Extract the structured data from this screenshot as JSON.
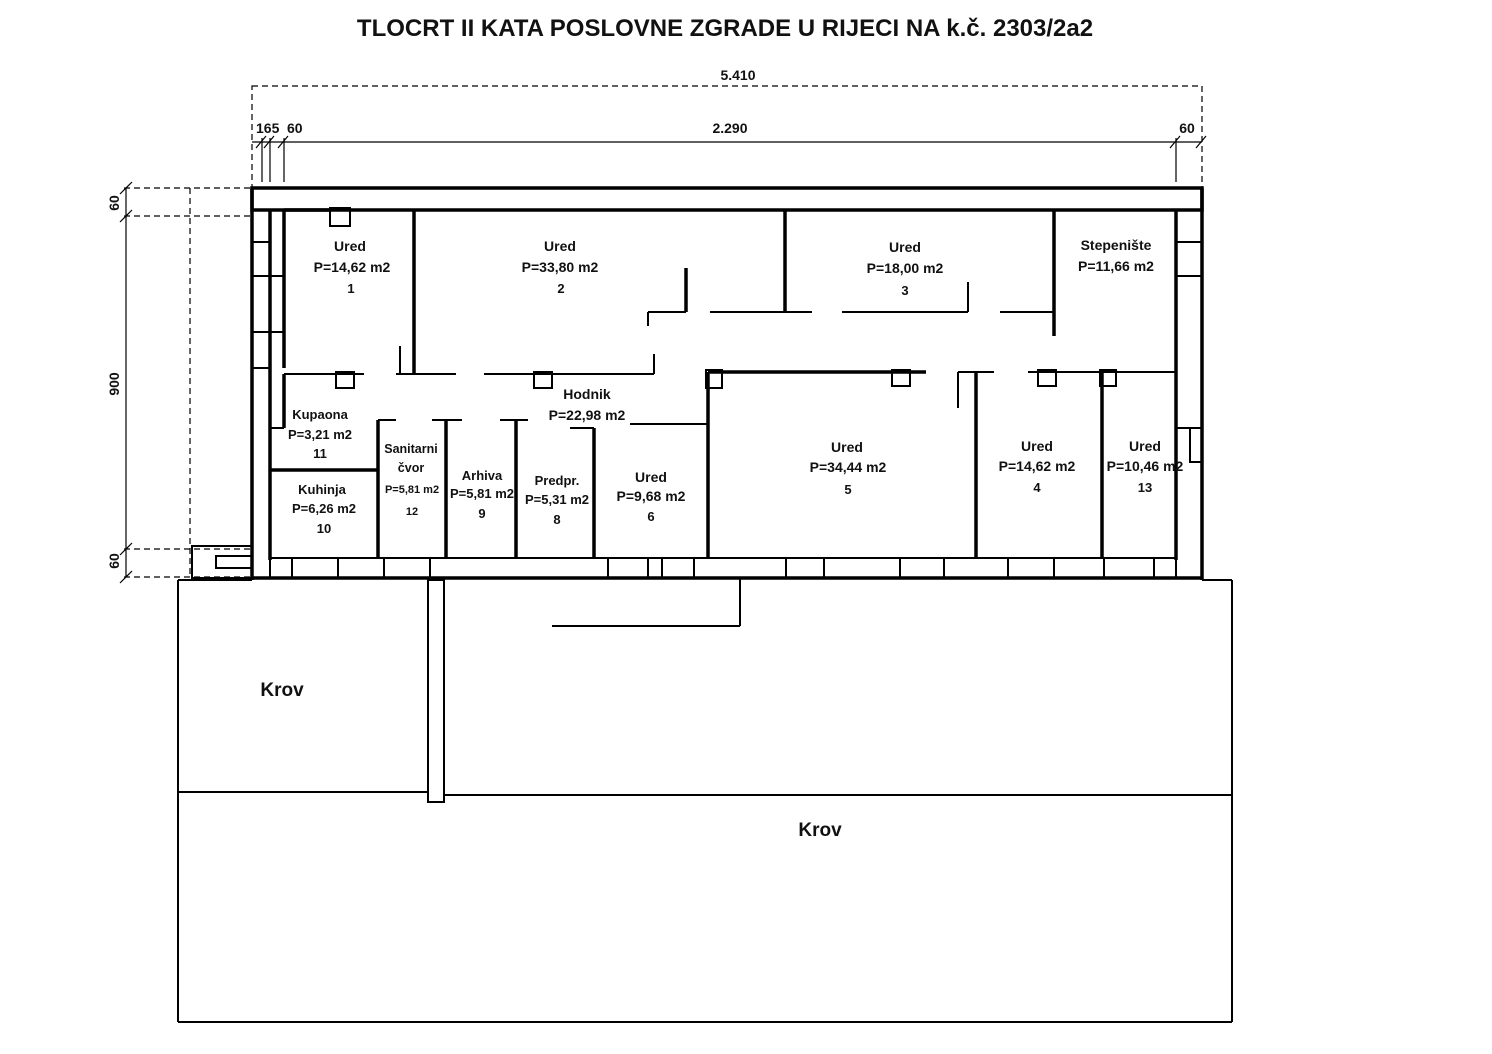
{
  "title": "TLOCRT II  KATA POSLOVNE ZGRADE U RIJECI NA k.č. 2303/2a2",
  "dimensions": {
    "total_width": "5.410",
    "seg_left": "165",
    "seg_left2": "60",
    "seg_middle": "2.290",
    "seg_right": "60",
    "height_top": "60",
    "height_main": "900",
    "height_bottom": "60"
  },
  "rooms": [
    {
      "name": "Ured",
      "area": "P=14,62 m2",
      "number": "1"
    },
    {
      "name": "Ured",
      "area": "P=33,80 m2",
      "number": "2"
    },
    {
      "name": "Ured",
      "area": "P=18,00 m2",
      "number": "3"
    },
    {
      "name": "Stepenište",
      "area": "P=11,66 m2",
      "number": ""
    },
    {
      "name": "Hodnik",
      "area": "P=22,98 m2",
      "number": ""
    },
    {
      "name": "Kupaona",
      "area": "P=3,21 m2",
      "number": "11"
    },
    {
      "name": "Kuhinja",
      "area": "P=6,26 m2",
      "number": "10"
    },
    {
      "name": "Sanitarni",
      "name2": "čvor",
      "area": "P=5,81 m2",
      "number": "12"
    },
    {
      "name": "Arhiva",
      "area": "P=5,81 m2",
      "number": "9"
    },
    {
      "name": "Predpr.",
      "area": "P=5,31 m2",
      "number": "8"
    },
    {
      "name": "Ured",
      "area": "P=9,68 m2",
      "number": "6"
    },
    {
      "name": "Ured",
      "area": "P=34,44 m2",
      "number": "5"
    },
    {
      "name": "Ured",
      "area": "P=14,62 m2",
      "number": "4"
    },
    {
      "name": "Ured",
      "area": "P=10,46 m2",
      "number": "13"
    }
  ],
  "roof_labels": [
    "Krov",
    "Krov"
  ]
}
